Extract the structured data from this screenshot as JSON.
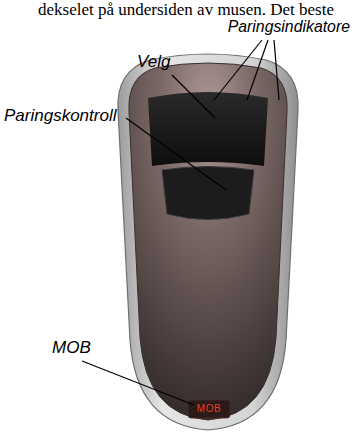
{
  "diagram": {
    "labels": [
      "dekselet på undersiden av musen. Det beste",
      "Paringsindikatore",
      "Velg",
      "Paringskontroll",
      "MOB",
      "MOB"
    ]
  }
}
